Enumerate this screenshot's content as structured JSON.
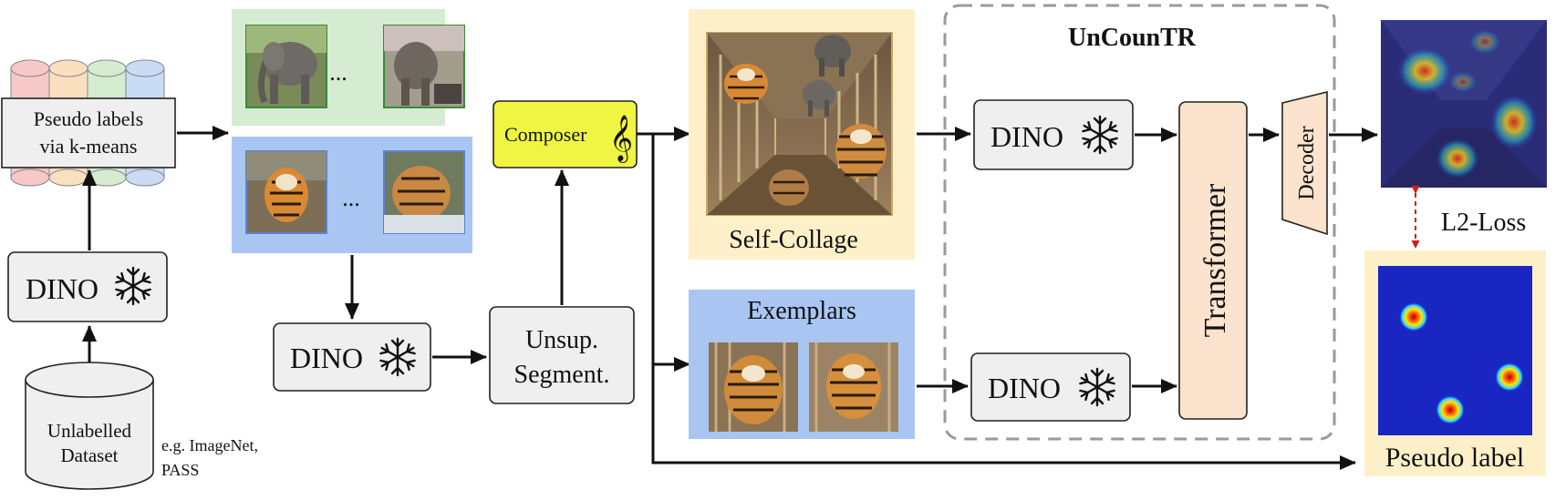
{
  "labels": {
    "pseudo_labels_line1": "Pseudo labels",
    "pseudo_labels_line2": "via k-means",
    "dino": "DINO",
    "dataset_line1": "Unlabelled",
    "dataset_line2": "Dataset",
    "dataset_note_line1": "e.g. ImageNet,",
    "dataset_note_line2": "PASS",
    "ellipsis": "...",
    "composer": "Composer",
    "composer_symbol": "𝄞",
    "unsup_line1": "Unsup.",
    "unsup_line2": "Segment.",
    "self_collage": "Self-Collage",
    "exemplars": "Exemplars",
    "uncountr": "UnCounTR",
    "transformer": "Transformer",
    "decoder": "Decoder",
    "l2_loss": "L2-Loss",
    "pseudo_label": "Pseudo label"
  },
  "icons": {
    "frozen": "snowflake-icon"
  },
  "colors": {
    "node_fill": "#efefef",
    "elephant_panel": "#d6ecd2",
    "tiger_panel": "#a9c6f2",
    "collage_panel": "#fdf0c8",
    "composer_fill": "#eff542",
    "transformer_fill": "#fbe3cd",
    "loss_arrow": "#d01e1e",
    "dashed_border": "#9a9a9a"
  }
}
